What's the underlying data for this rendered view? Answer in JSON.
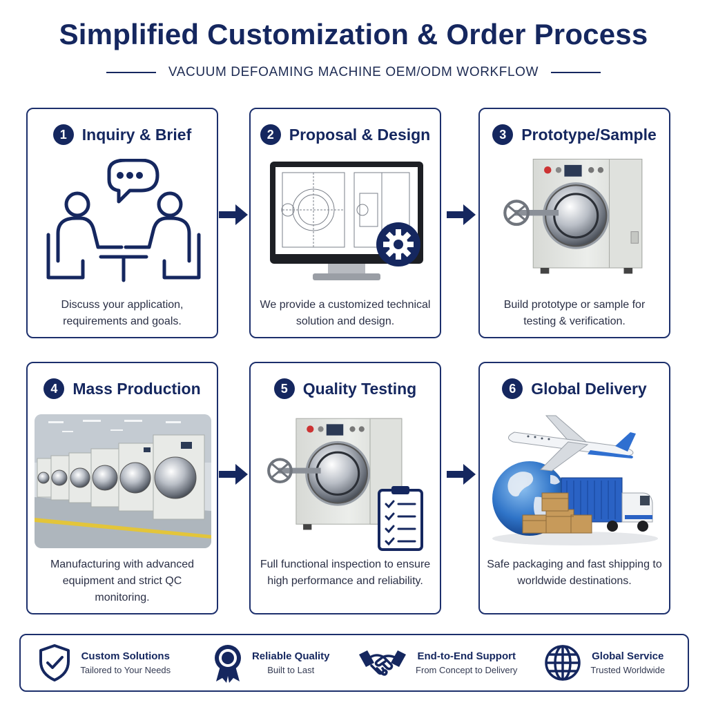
{
  "header": {
    "title": "Simplified Customization & Order Process",
    "subtitle": "VACUUM DEFOAMING MACHINE OEM/ODM WORKFLOW"
  },
  "steps": [
    {
      "number": "1",
      "title": "Inquiry & Brief",
      "description": "Discuss your application, requirements and goals.",
      "icon": "meeting-chat-icon"
    },
    {
      "number": "2",
      "title": "Proposal & Design",
      "description": "We provide a customized technical solution and design.",
      "icon": "cad-monitor-gear-icon"
    },
    {
      "number": "3",
      "title": "Prototype/Sample",
      "description": "Build prototype or sample for testing & verification.",
      "icon": "vacuum-machine-image"
    },
    {
      "number": "4",
      "title": "Mass Production",
      "description": "Manufacturing with advanced equipment and strict QC monitoring.",
      "icon": "factory-line-image"
    },
    {
      "number": "5",
      "title": "Quality Testing",
      "description": "Full functional inspection to ensure high performance and reliability.",
      "icon": "machine-checklist-image"
    },
    {
      "number": "6",
      "title": "Global Delivery",
      "description": "Safe packaging and fast shipping to worldwide destinations.",
      "icon": "globe-plane-truck-image"
    }
  ],
  "features": [
    {
      "title": "Custom Solutions",
      "subtitle": "Tailored to Your Needs",
      "icon": "shield-check-icon"
    },
    {
      "title": "Reliable Quality",
      "subtitle": "Built to Last",
      "icon": "award-medal-icon"
    },
    {
      "title": "End-to-End Support",
      "subtitle": "From Concept to Delivery",
      "icon": "handshake-icon"
    },
    {
      "title": "Global Service",
      "subtitle": "Trusted Worldwide",
      "icon": "globe-icon"
    }
  ],
  "colors": {
    "primary": "#15275f",
    "accent": "#1f5fbf",
    "machine": "#e4e6e3"
  }
}
